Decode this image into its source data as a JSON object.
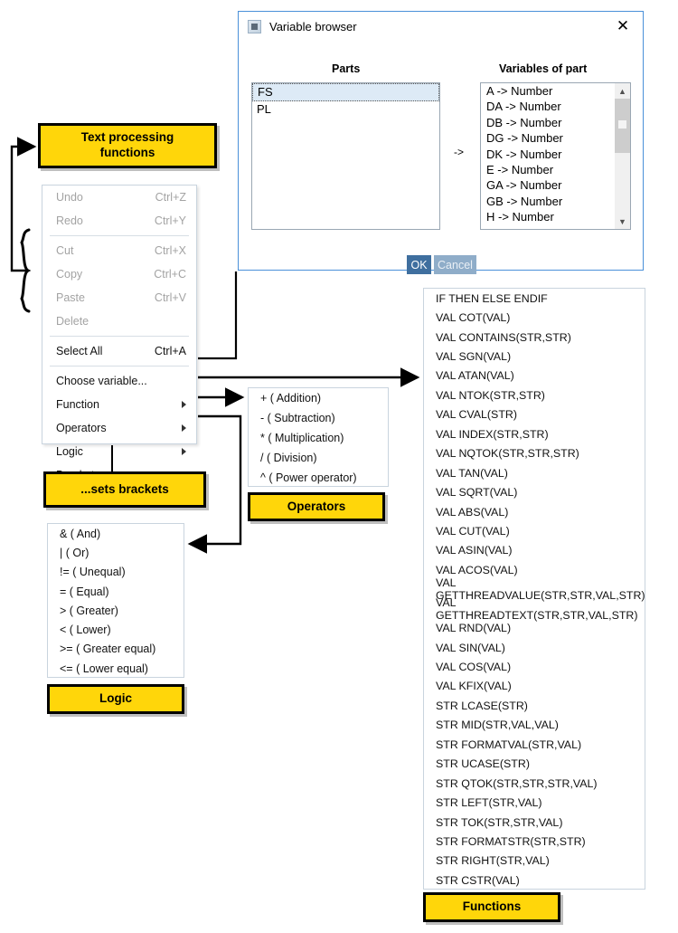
{
  "dialog": {
    "title": "Variable browser",
    "icon": "app-icon",
    "close_icon": "close-icon",
    "parts_header": "Parts",
    "variables_header": "Variables of part",
    "transfer_label": "->",
    "parts": [
      {
        "label": "FS",
        "selected": true
      },
      {
        "label": "PL",
        "selected": false
      }
    ],
    "variables": [
      "A -> Number",
      "DA -> Number",
      "DB -> Number",
      "DG -> Number",
      "DK -> Number",
      "E -> Number",
      "GA -> Number",
      "GB -> Number",
      "H -> Number"
    ],
    "scroll_up_icon": "chevron-up-icon",
    "scroll_down_icon": "chevron-down-icon",
    "ok_label": "OK",
    "cancel_label": "Cancel",
    "ok_color": "#3f6f9f",
    "cancel_color": "#8fadc9",
    "border_color": "#4a90d9"
  },
  "context_menu": {
    "items": [
      {
        "label": "Undo",
        "shortcut": "Ctrl+Z",
        "disabled": true,
        "submenu": false,
        "separator_after": false
      },
      {
        "label": "Redo",
        "shortcut": "Ctrl+Y",
        "disabled": true,
        "submenu": false,
        "separator_after": true
      },
      {
        "label": "Cut",
        "shortcut": "Ctrl+X",
        "disabled": true,
        "submenu": false,
        "separator_after": false
      },
      {
        "label": "Copy",
        "shortcut": "Ctrl+C",
        "disabled": true,
        "submenu": false,
        "separator_after": false
      },
      {
        "label": "Paste",
        "shortcut": "Ctrl+V",
        "disabled": true,
        "submenu": false,
        "separator_after": false
      },
      {
        "label": "Delete",
        "shortcut": "",
        "disabled": true,
        "submenu": false,
        "separator_after": true
      },
      {
        "label": "Select All",
        "shortcut": "Ctrl+A",
        "disabled": false,
        "submenu": false,
        "separator_after": true
      },
      {
        "label": "Choose variable...",
        "shortcut": "",
        "disabled": false,
        "submenu": false,
        "separator_after": false
      },
      {
        "label": "Function",
        "shortcut": "",
        "disabled": false,
        "submenu": true,
        "separator_after": false
      },
      {
        "label": "Operators",
        "shortcut": "",
        "disabled": false,
        "submenu": true,
        "separator_after": false
      },
      {
        "label": "Logic",
        "shortcut": "",
        "disabled": false,
        "submenu": true,
        "separator_after": false
      },
      {
        "label": "Brackets",
        "shortcut": "",
        "disabled": false,
        "submenu": false,
        "separator_after": false
      }
    ]
  },
  "operators_panel": {
    "items": [
      "+ ( Addition)",
      "- ( Subtraction)",
      "* ( Multiplication)",
      "/ ( Division)",
      "^ ( Power operator)"
    ]
  },
  "logic_panel": {
    "items": [
      "& ( And)",
      "| ( Or)",
      "!= ( Unequal)",
      "= ( Equal)",
      "> ( Greater)",
      "< ( Lower)",
      ">= ( Greater equal)",
      "<= ( Lower equal)"
    ]
  },
  "functions_panel": {
    "items": [
      "IF THEN ELSE ENDIF",
      "VAL COT(VAL)",
      "VAL CONTAINS(STR,STR)",
      "VAL SGN(VAL)",
      "VAL ATAN(VAL)",
      "VAL NTOK(STR,STR)",
      "VAL CVAL(STR)",
      "VAL INDEX(STR,STR)",
      "VAL NQTOK(STR,STR,STR)",
      "VAL TAN(VAL)",
      "VAL SQRT(VAL)",
      "VAL ABS(VAL)",
      "VAL CUT(VAL)",
      "VAL ASIN(VAL)",
      "VAL ACOS(VAL)",
      "VAL GETTHREADVALUE(STR,STR,VAL,STR)",
      "VAL GETTHREADTEXT(STR,STR,VAL,STR)",
      "VAL RND(VAL)",
      "VAL SIN(VAL)",
      "VAL COS(VAL)",
      "VAL KFIX(VAL)",
      "STR LCASE(STR)",
      "STR MID(STR,VAL,VAL)",
      "STR FORMATVAL(STR,VAL)",
      "STR UCASE(STR)",
      "STR QTOK(STR,STR,STR,VAL)",
      "STR LEFT(STR,VAL)",
      "STR TOK(STR,STR,VAL)",
      "STR FORMATSTR(STR,STR)",
      "STR RIGHT(STR,VAL)",
      "STR CSTR(VAL)"
    ]
  },
  "callouts": {
    "text_processing": "Text processing\nfunctions",
    "sets_brackets": "...sets brackets",
    "operators": "Operators",
    "logic": "Logic",
    "functions": "Functions",
    "fill_color": "#FFD60A",
    "border_color": "#000000"
  }
}
